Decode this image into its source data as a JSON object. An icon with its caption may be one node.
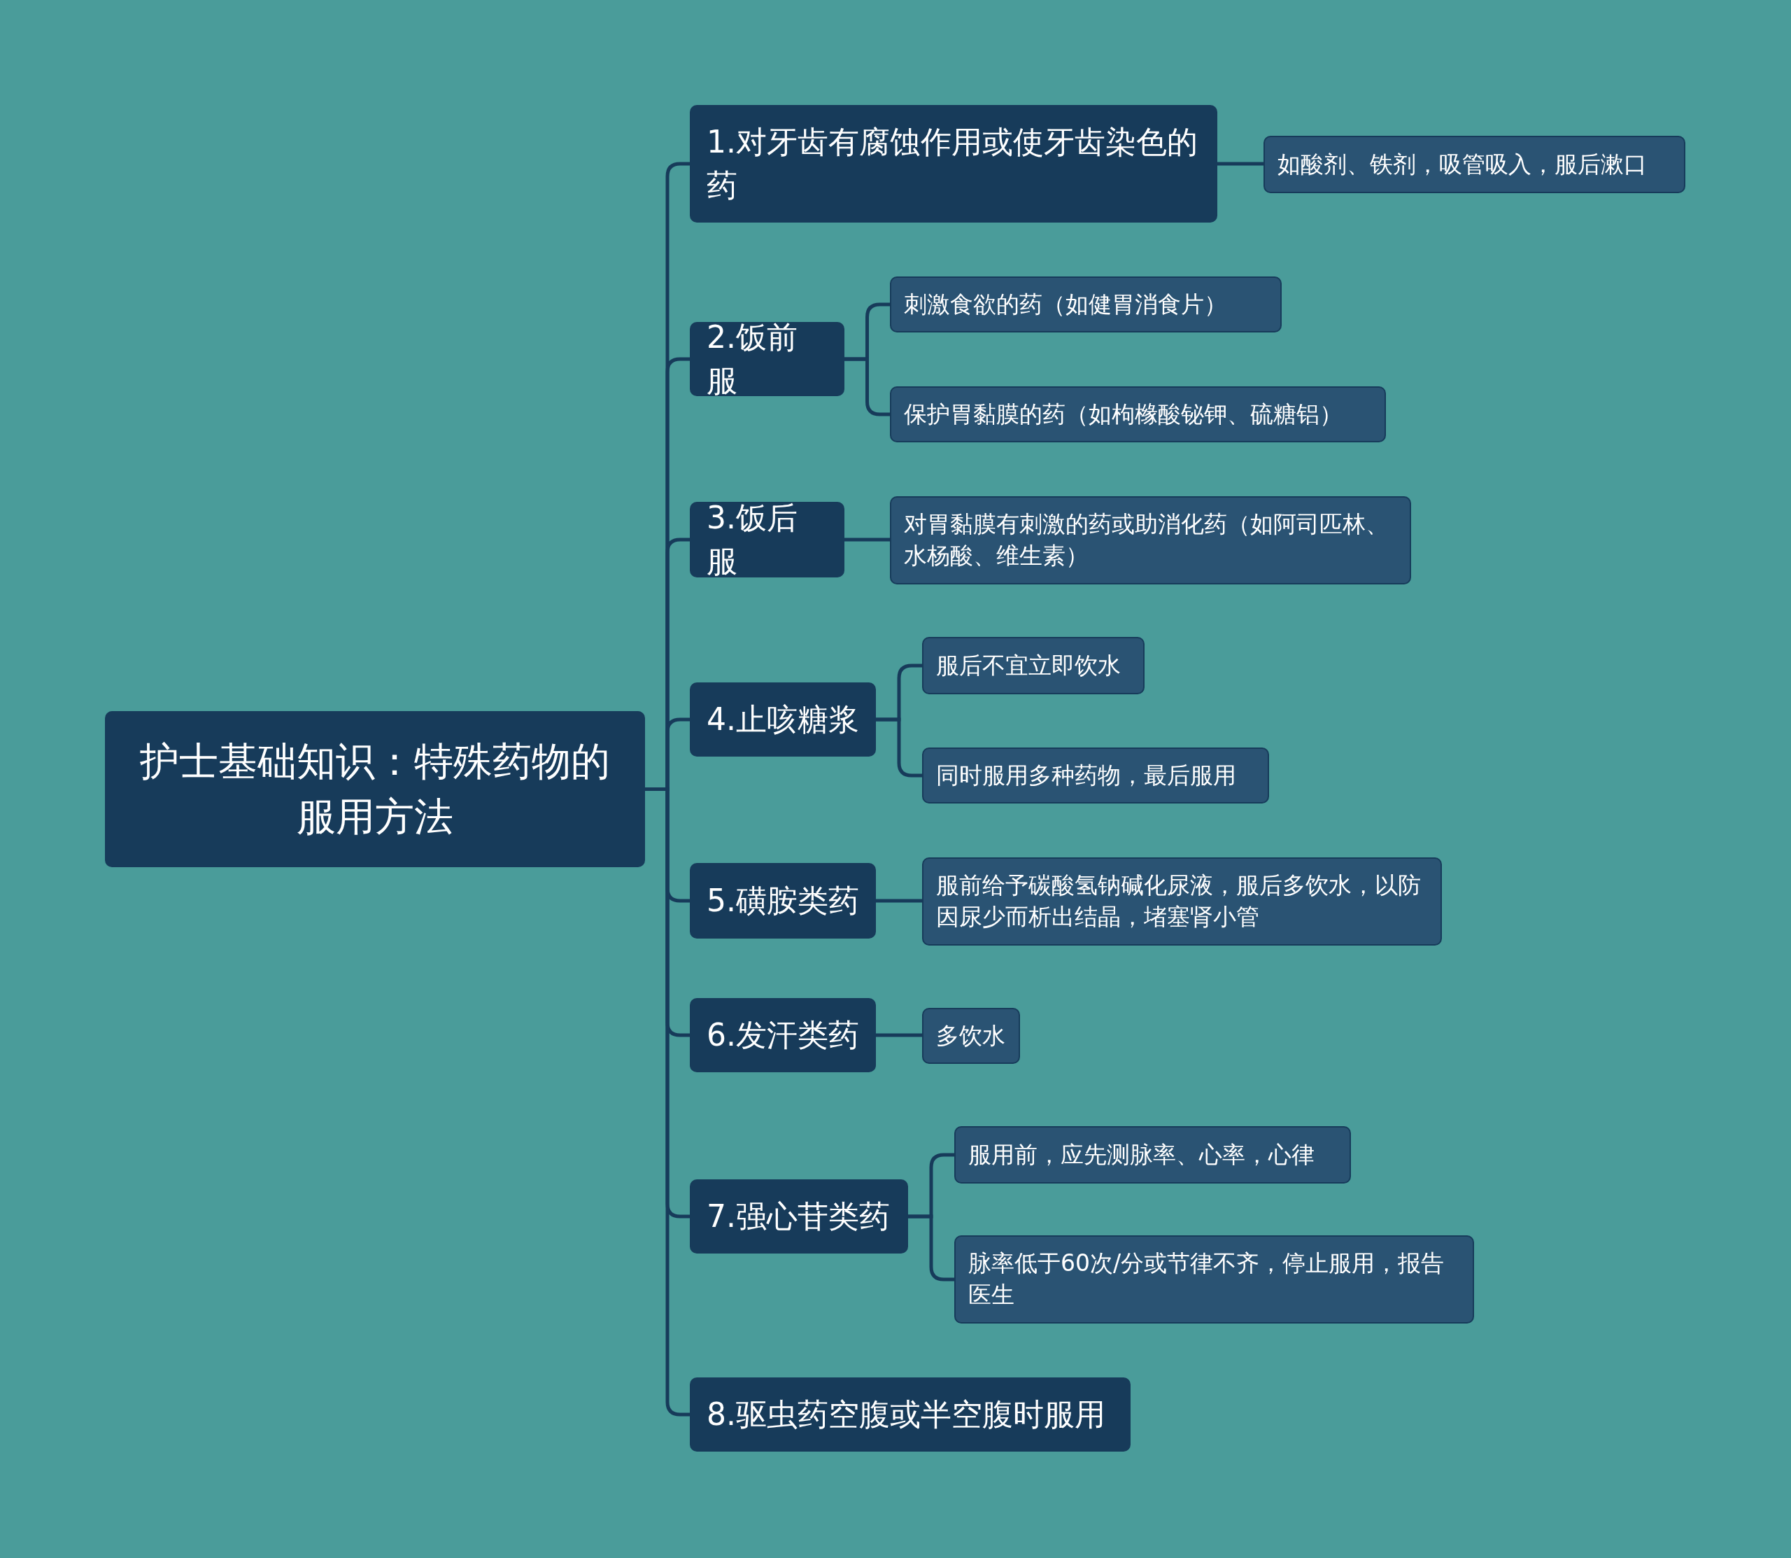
{
  "diagram": {
    "nodes": [
      {
        "text": [
          "护士基础知识：特殊药物的服用方法"
        ]
      },
      {
        "text": [
          "1.对牙齿有腐蚀作用或使牙齿染色的药"
        ]
      },
      {
        "text": [
          "如酸剂、铁剂，吸管吸入，服后漱口"
        ]
      },
      {
        "text": [
          "2.饭前服"
        ]
      },
      {
        "text": [
          "刺激食欲的药（如健胃消食片）"
        ]
      },
      {
        "text": [
          "保护胃黏膜的药（如枸橼酸铋钾、硫糖铝）"
        ]
      },
      {
        "text": [
          "3.饭后服"
        ]
      },
      {
        "text": [
          "对胃黏膜有刺激的药或助消化药（如阿司匹林、水杨酸、维生素）"
        ]
      },
      {
        "text": [
          "4.止咳糖浆"
        ]
      },
      {
        "text": [
          "服后不宜立即饮水"
        ]
      },
      {
        "text": [
          "同时服用多种药物，最后服用"
        ]
      },
      {
        "text": [
          "5.磺胺类药"
        ]
      },
      {
        "text": [
          "服前给予碳酸氢钠碱化尿液，服后多饮水，以防因尿少而析出结晶，堵塞肾小管"
        ]
      },
      {
        "text": [
          "6.发汗类药"
        ]
      },
      {
        "text": [
          "多饮水"
        ]
      },
      {
        "text": [
          "7.强心苷类药"
        ]
      },
      {
        "text": [
          "服用前，应先测脉率、心率，心律"
        ]
      },
      {
        "text": [
          "脉率低于60次/分或节律不齐，停止服用，报告医生"
        ]
      },
      {
        "text": [
          "8.驱虫药空腹或半空腹时服用"
        ]
      }
    ],
    "edges": [
      {
        "from": 0,
        "to": 1,
        "arrow": "none"
      },
      {
        "from": 1,
        "to": 2,
        "arrow": "none"
      },
      {
        "from": 0,
        "to": 3,
        "arrow": "none"
      },
      {
        "from": 3,
        "to": 4,
        "arrow": "none"
      },
      {
        "from": 3,
        "to": 5,
        "arrow": "none"
      },
      {
        "from": 0,
        "to": 6,
        "arrow": "none"
      },
      {
        "from": 6,
        "to": 7,
        "arrow": "none"
      },
      {
        "from": 0,
        "to": 8,
        "arrow": "none"
      },
      {
        "from": 8,
        "to": 9,
        "arrow": "none"
      },
      {
        "from": 8,
        "to": 10,
        "arrow": "none"
      },
      {
        "from": 0,
        "to": 11,
        "arrow": "none"
      },
      {
        "from": 11,
        "to": 12,
        "arrow": "none"
      },
      {
        "from": 0,
        "to": 13,
        "arrow": "none"
      },
      {
        "from": 13,
        "to": 14,
        "arrow": "none"
      },
      {
        "from": 0,
        "to": 15,
        "arrow": "none"
      },
      {
        "from": 15,
        "to": 16,
        "arrow": "none"
      },
      {
        "from": 15,
        "to": 17,
        "arrow": "none"
      },
      {
        "from": 0,
        "to": 18,
        "arrow": "none"
      }
    ]
  }
}
